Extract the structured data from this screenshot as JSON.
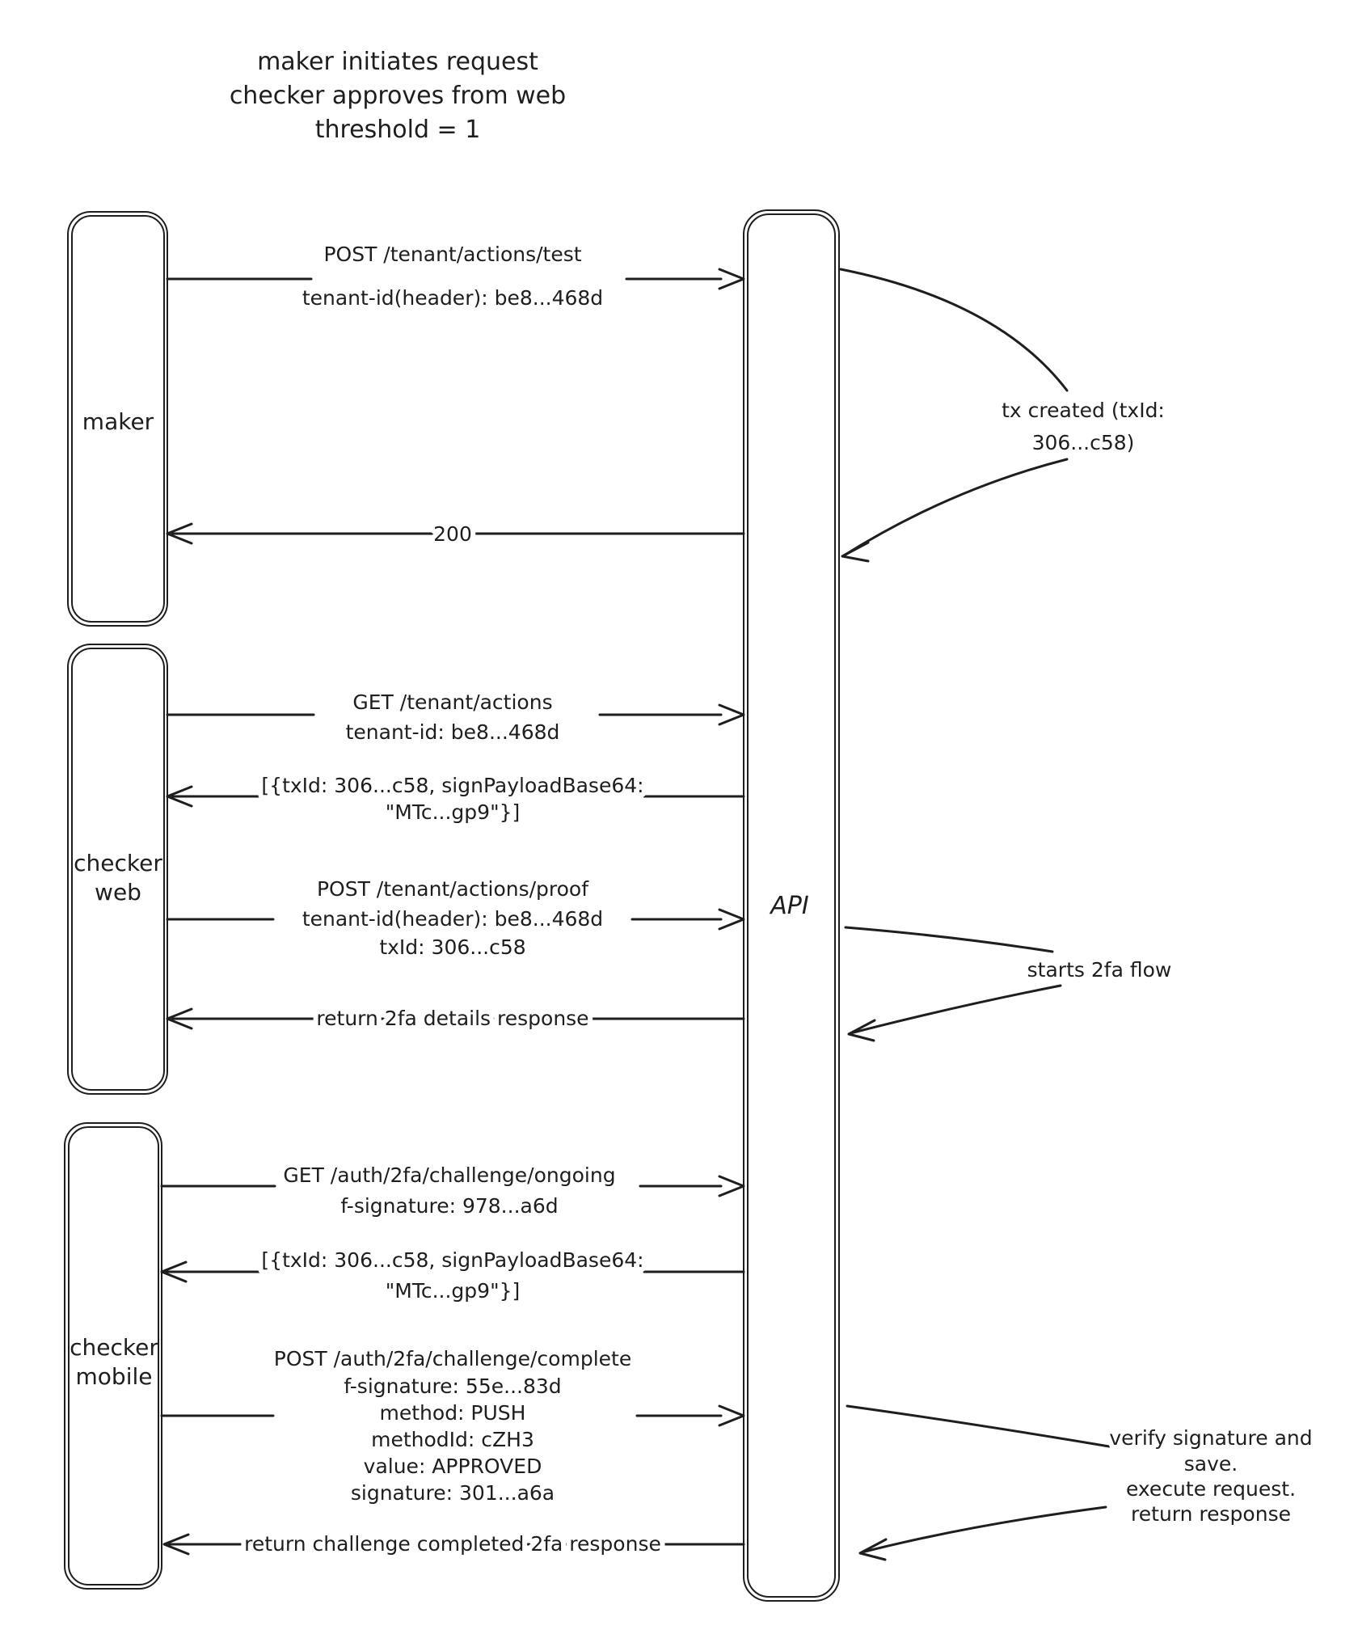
{
  "canvas": {
    "background": "#ffffff",
    "ink": "#1e1e1e"
  },
  "title": {
    "lines": [
      "maker initiates request",
      "checker approves from web",
      "threshold = 1"
    ]
  },
  "actors": [
    {
      "label_lines": [
        "maker"
      ]
    },
    {
      "label_lines": [
        "checker",
        "web"
      ]
    },
    {
      "label_lines": [
        "checker",
        "mobile"
      ]
    }
  ],
  "api": {
    "label": "API"
  },
  "messages": [
    {
      "from": "maker",
      "to": "API",
      "direction": "right",
      "lines": [
        "POST /tenant/actions/test",
        "tenant-id(header): be8...468d"
      ]
    },
    {
      "from": "API",
      "to": "maker",
      "direction": "left",
      "lines": [
        "200"
      ]
    },
    {
      "from": "checker web",
      "to": "API",
      "direction": "right",
      "lines": [
        "GET /tenant/actions",
        "tenant-id: be8...468d"
      ]
    },
    {
      "from": "API",
      "to": "checker web",
      "direction": "left",
      "lines": [
        "[{txId: 306...c58, signPayloadBase64:",
        "\"MTc...gp9\"}]"
      ]
    },
    {
      "from": "checker web",
      "to": "API",
      "direction": "right",
      "lines": [
        "POST /tenant/actions/proof",
        "tenant-id(header): be8...468d",
        "txId: 306...c58"
      ]
    },
    {
      "from": "API",
      "to": "checker web",
      "direction": "left",
      "lines": [
        "return 2fa details response"
      ]
    },
    {
      "from": "checker mobile",
      "to": "API",
      "direction": "right",
      "lines": [
        "GET /auth/2fa/challenge/ongoing",
        "f-signature: 978...a6d"
      ]
    },
    {
      "from": "API",
      "to": "checker mobile",
      "direction": "left",
      "lines": [
        "[{txId: 306...c58, signPayloadBase64:",
        "\"MTc...gp9\"}]"
      ]
    },
    {
      "from": "checker mobile",
      "to": "API",
      "direction": "right",
      "lines": [
        "POST /auth/2fa/challenge/complete",
        "f-signature: 55e...83d",
        "method: PUSH",
        "methodId: cZH3",
        "value: APPROVED",
        "signature: 301...a6a"
      ]
    },
    {
      "from": "API",
      "to": "checker mobile",
      "direction": "left",
      "lines": [
        "return challenge completed 2fa response"
      ]
    }
  ],
  "annotations": [
    {
      "lines": [
        "tx created (txId:",
        "306...c58)"
      ]
    },
    {
      "lines": [
        "starts 2fa flow"
      ]
    },
    {
      "lines": [
        "verify signature and",
        "save.",
        "execute request.",
        "return response"
      ]
    }
  ]
}
